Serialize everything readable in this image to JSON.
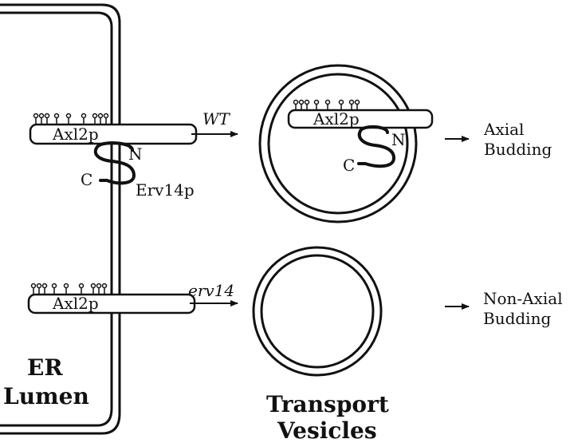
{
  "er": {
    "title_line1": "ER",
    "title_line2": "Lumen"
  },
  "wt_branch": {
    "protein_label": "Axl2p",
    "n_label": "N",
    "c_label": "C",
    "cargo_receptor_label": "Erv14p",
    "arrow_label": "WT",
    "vesicle_protein_label": "Axl2p",
    "vesicle_n_label": "N",
    "vesicle_c_label": "C",
    "outcome_line1": "Axial",
    "outcome_line2": "Budding"
  },
  "mutant_branch": {
    "protein_label": "Axl2p",
    "arrow_label": "erv14",
    "outcome_line1": "Non-Axial",
    "outcome_line2": "Budding"
  },
  "vesicles": {
    "title_line1": "Transport",
    "title_line2": "Vesicles"
  }
}
